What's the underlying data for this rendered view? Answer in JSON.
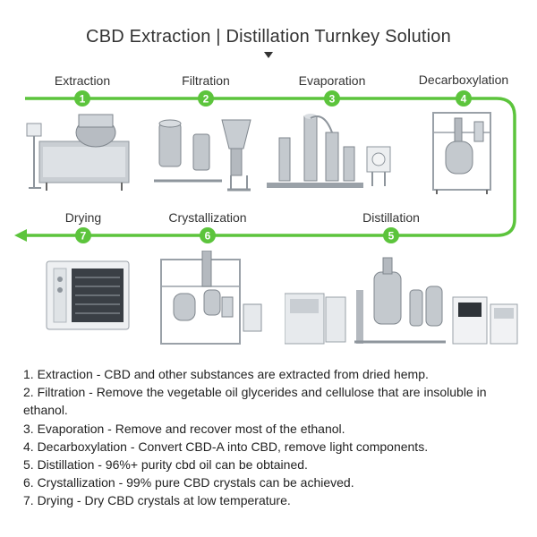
{
  "title": "CBD Extraction | Distillation Turnkey Solution",
  "colors": {
    "flow": "#5cc43c",
    "steel": "#b9bec4",
    "panel": "#e8ebee",
    "dark": "#4a4f55"
  },
  "steps": [
    {
      "number": "1",
      "label": "Extraction"
    },
    {
      "number": "2",
      "label": "Filtration"
    },
    {
      "number": "3",
      "label": "Evaporation"
    },
    {
      "number": "4",
      "label": "Decarboxylation"
    },
    {
      "number": "5",
      "label": "Distillation"
    },
    {
      "number": "6",
      "label": "Crystallization"
    },
    {
      "number": "7",
      "label": "Drying"
    }
  ],
  "descriptions": [
    "1. Extraction - CBD and other substances are extracted from dried hemp.",
    "2. Filtration - Remove the vegetable oil glycerides and cellulose that are insoluble in ethanol.",
    "3. Evaporation - Remove and recover most of the ethanol.",
    "4. Decarboxylation - Convert CBD-A into CBD, remove light components.",
    "5. Distillation - 96%+ purity cbd oil can be obtained.",
    "6. Crystallization - 99% pure CBD crystals can be achieved.",
    "7. Drying - Dry CBD crystals at low temperature."
  ]
}
